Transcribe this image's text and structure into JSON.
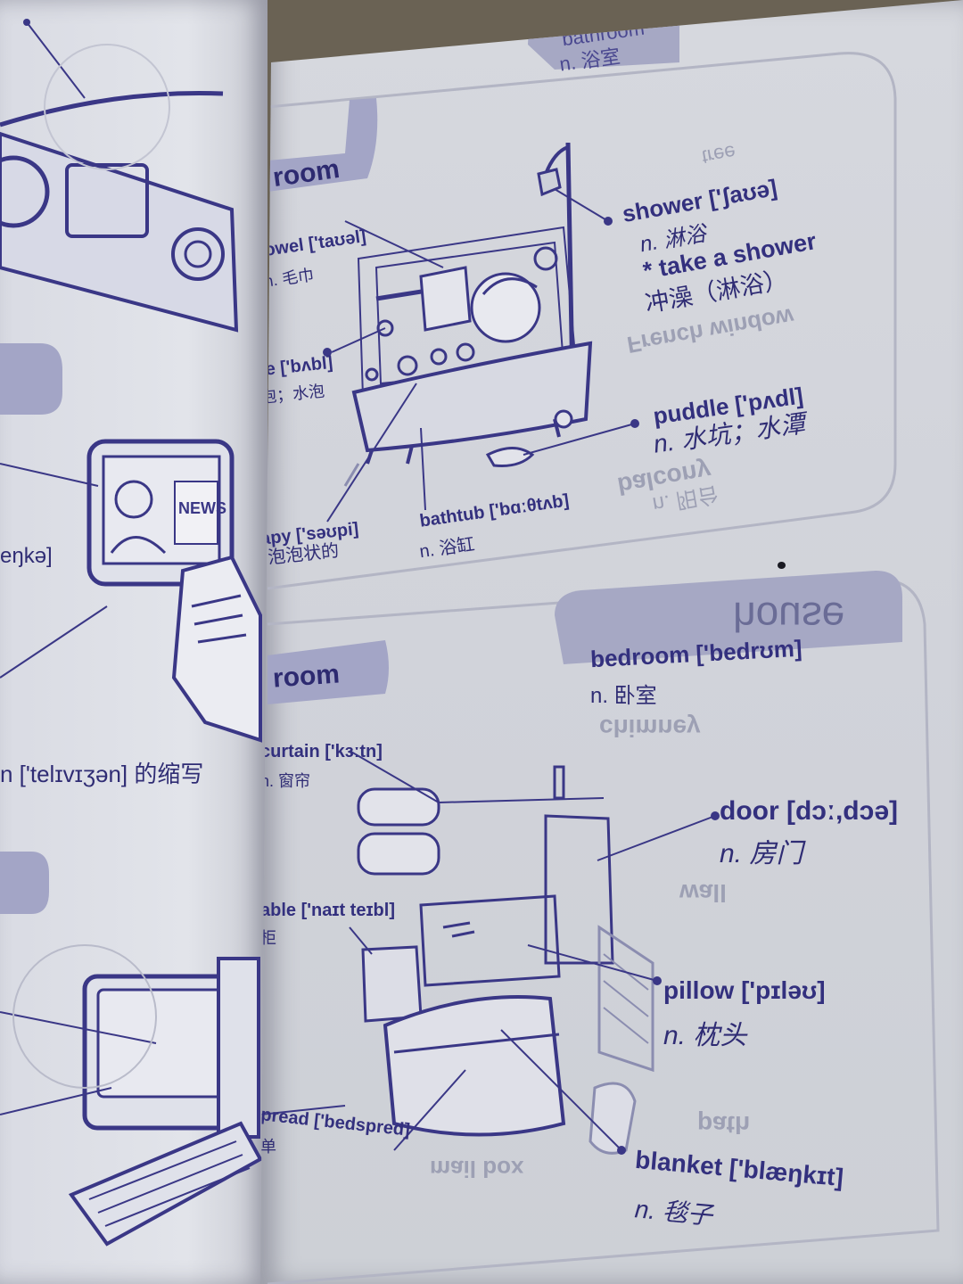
{
  "left_page": {
    "phonetic_fragment": "eŋkə]",
    "tv_footnote": "n ['telɪvɪʒən] 的缩写",
    "news_label": "NEWS"
  },
  "bathroom": {
    "tab_label": "room",
    "towel_word": "owel ['taʊəl]",
    "towel_cn": "n. 毛巾",
    "bubble_word": "le ['bʌbl]",
    "bubble_cn": "泡；水泡",
    "soapy_word": "apy ['səʊpi]",
    "soapy_cn": "泡泡状的",
    "shower_word": "shower ['ʃaʊə]",
    "shower_cn": "n. 淋浴",
    "phrase_word": "* take a shower",
    "phrase_cn": "冲澡（淋浴）",
    "puddle_word": "puddle ['pʌdl]",
    "puddle_cn": "n. 水坑；水潭",
    "bathtub_word": "bathtub ['bɑːθtʌb]",
    "bathtub_cn": "n. 浴缸",
    "ghost_french": "French",
    "ghost_window": "window",
    "ghost_balcony": "balcony",
    "ghost_cn_balcony": "n. 阳台",
    "ghost_tree": "tree",
    "ghost_bathroom_top": "bathroom",
    "ghost_cn_top": "n. 浴室"
  },
  "bedroom": {
    "tab_label": "room",
    "header_ghost": "house",
    "bedroom_word": "bedroom ['bedrʊm]",
    "bedroom_cn": "n. 卧室",
    "curtain_word": "curtain ['kɜːtn]",
    "curtain_cn": "n. 窗帘",
    "table_word": "able ['naɪt teɪbl]",
    "table_cn": "柜",
    "bedspread_word": "pread ['bedspred]",
    "bedspread_cn": "单",
    "door_word": "door [dɔː,dɔə]",
    "door_cn": "n. 房门",
    "pillow_word": "pillow ['pɪləʊ]",
    "pillow_cn": "n. 枕头",
    "blanket_word": "blanket ['blæŋkɪt]",
    "blanket_cn": "n. 毯子",
    "ghost_chimney": "chimney",
    "ghost_wall": "wall",
    "ghost_path": "path",
    "ghost_mailbox": "mail box"
  }
}
